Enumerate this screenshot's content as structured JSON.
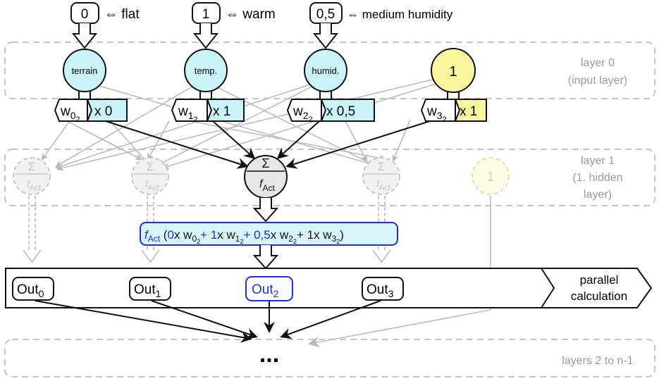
{
  "inputs": [
    {
      "value": "0",
      "meaning": "⇔ flat"
    },
    {
      "value": "1",
      "meaning": "⇔ warm"
    },
    {
      "value": "0,5",
      "meaning": "⇔ medium humidity"
    }
  ],
  "layer0": {
    "label_line1": "layer 0",
    "label_line2": "(input layer)",
    "nodes": [
      "terrain",
      "temp.",
      "humid.",
      "1"
    ],
    "weights": [
      {
        "w": "w",
        "sub1": "0",
        "sub2": "2",
        "mult": "x 0"
      },
      {
        "w": "w",
        "sub1": "1",
        "sub2": "2",
        "mult": "x 1"
      },
      {
        "w": "w",
        "sub1": "2",
        "sub2": "2",
        "mult": "x 0,5"
      },
      {
        "w": "w",
        "sub1": "3",
        "sub2": "2",
        "mult": "x 1"
      }
    ]
  },
  "layer1": {
    "label_line1": "layer 1",
    "label_line2": "(1. hidden",
    "label_line3": "layer)",
    "sum_symbol": "Σ",
    "f": "f",
    "f_sub": "Act",
    "bias": "1"
  },
  "formula": {
    "f": "f",
    "sub": "Act",
    "open": " (",
    "t1a": "0",
    "t1b": "x w",
    "t1s": "0",
    "t1s2": "2",
    "t2a": "+ 1",
    "t2b": "x w",
    "t2s": "1",
    "t2s2": "2",
    "t3a": "+ 0,5",
    "t3b": "x w",
    "t3s": "2",
    "t3s2": "2",
    "t4a": "+ 1x w",
    "t4s": "3",
    "t4s2": "2",
    "close": ")"
  },
  "outputs": [
    {
      "label": "Out",
      "sub": "0"
    },
    {
      "label": "Out",
      "sub": "1"
    },
    {
      "label": "Out",
      "sub": "2"
    },
    {
      "label": "Out",
      "sub": "3"
    }
  ],
  "parallel": {
    "line1": "parallel",
    "line2": "calculation"
  },
  "layers_rest": {
    "label": "layers 2 to n-1",
    "dots": "..."
  },
  "colors": {
    "input_node": "#c9f3f7",
    "bias_node": "#faf6a0",
    "blue": "#1f2fd6",
    "formula_fill": "#d8f6fa",
    "dashed": "#bdbdbd"
  }
}
